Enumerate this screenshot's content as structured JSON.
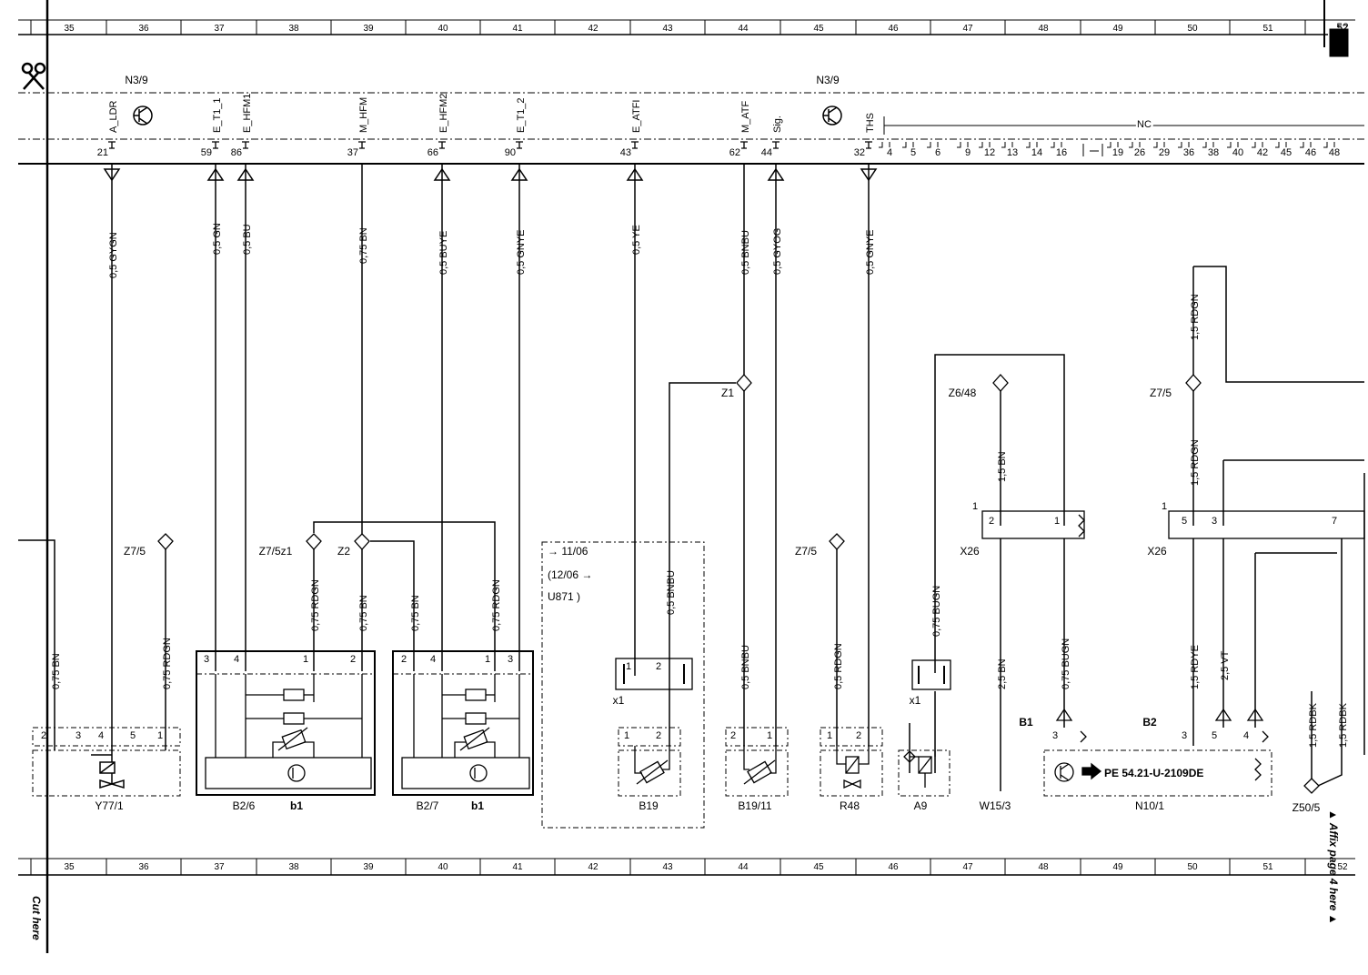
{
  "page": {
    "page_number": "52",
    "cut_here": "Cut here",
    "affix_page": "▲ Affix page 4 here ▲"
  },
  "ruler": {
    "columns": [
      "35",
      "36",
      "37",
      "38",
      "39",
      "40",
      "41",
      "42",
      "43",
      "44",
      "45",
      "46",
      "47",
      "48",
      "49",
      "50",
      "51",
      "52"
    ]
  },
  "control_unit": {
    "name_left": "N3/9",
    "name_right": "N3/9",
    "nc_label": "NC",
    "signals": [
      {
        "name": "A_LDR",
        "pin": "21"
      },
      {
        "name": "E_T1_1",
        "pin": "59"
      },
      {
        "name": "E_HFM1",
        "pin": "86"
      },
      {
        "name": "M_HFM",
        "pin": "37"
      },
      {
        "name": "E_HFM2",
        "pin": "66"
      },
      {
        "name": "E_T1_2",
        "pin": "90"
      },
      {
        "name": "E_ATFI",
        "pin": "43"
      },
      {
        "name": "M_ATF",
        "pin": "62"
      },
      {
        "name": "Sig.",
        "pin": "44"
      },
      {
        "name": "THS",
        "pin": "32"
      }
    ],
    "nc_pins": [
      "4",
      "5",
      "6",
      "9",
      "12",
      "13",
      "14",
      "16",
      "19",
      "26",
      "29",
      "36",
      "38",
      "40",
      "42",
      "45",
      "46",
      "48"
    ]
  },
  "wires": {
    "w1": "0,5 GYGN",
    "w2": "0,5 GN",
    "w3": "0,5 BU",
    "w4": "0,75 BN",
    "w5": "0,5 BUYE",
    "w6": "0,5 GNYE",
    "w7": "0,5 YE",
    "w8": "0,5 BNBU",
    "w9": "0,5 GYOG",
    "w10": "0,5 GNYE",
    "w11": "1,5 RDGN",
    "w12": "1,5 BN",
    "w13": "1,5 RDGN",
    "w14": "0,75 BN",
    "w15": "0,75 RDGN",
    "w16": "0,75 RDGN",
    "w17": "0,75 BN",
    "w18": "0,75 BN",
    "w19": "0,75 RDGN",
    "w20": "0,5 BNBU",
    "w21": "0,5 BNBU",
    "w22": "0,5 RDGN",
    "w23": "0,75 BUGN",
    "w24": "2,5 BN",
    "w25": "0,75 BUGN",
    "w26": "1,5 RDYE",
    "w27": "2,5 VT",
    "w28": "1,5 RDBK",
    "w29": "1,5 RDBK"
  },
  "junctions": {
    "z1": "Z1",
    "z6_48": "Z6/48",
    "z7_5_right": "Z7/5",
    "z7_5_left": "Z7/5",
    "z7_5z1": "Z7/5z1",
    "z2": "Z2",
    "z7_5_mid": "Z7/5",
    "z50_5": "Z50/5"
  },
  "components": {
    "y77_1": {
      "name": "Y77/1",
      "pins": [
        "2",
        "3",
        "4",
        "5",
        "1"
      ]
    },
    "b2_6": {
      "name": "B2/6",
      "sub": "b1",
      "pins": [
        "3",
        "4",
        "1",
        "2"
      ]
    },
    "b2_7": {
      "name": "B2/7",
      "sub": "b1",
      "pins": [
        "2",
        "4",
        "1",
        "3"
      ]
    },
    "b19": {
      "name": "B19",
      "pins": [
        "1",
        "2"
      ]
    },
    "b19_11": {
      "name": "B19/11",
      "pins": [
        "2",
        "1"
      ]
    },
    "r48": {
      "name": "R48",
      "pins": [
        "1",
        "2"
      ]
    },
    "a9": {
      "name": "A9"
    },
    "w15_3": {
      "name": "W15/3"
    },
    "n10_1": {
      "name": "N10/1",
      "ref": "PE 54.21-U-2109DE",
      "b1": "B1",
      "b2": "B2",
      "pins": [
        "3",
        "5",
        "4"
      ]
    },
    "x1_a": {
      "name": "x1",
      "pins": [
        "1",
        "2"
      ]
    },
    "x1_b": {
      "name": "x1"
    },
    "x26_a": {
      "name": "X26",
      "pins": [
        "1",
        "2",
        "1"
      ]
    },
    "x26_b": {
      "name": "X26",
      "pins": [
        "1",
        "5",
        "3",
        "7"
      ]
    }
  },
  "variant_box": {
    "line1": "→ 11/06",
    "line2": "(12/06   →",
    "line3": "U871   )"
  }
}
